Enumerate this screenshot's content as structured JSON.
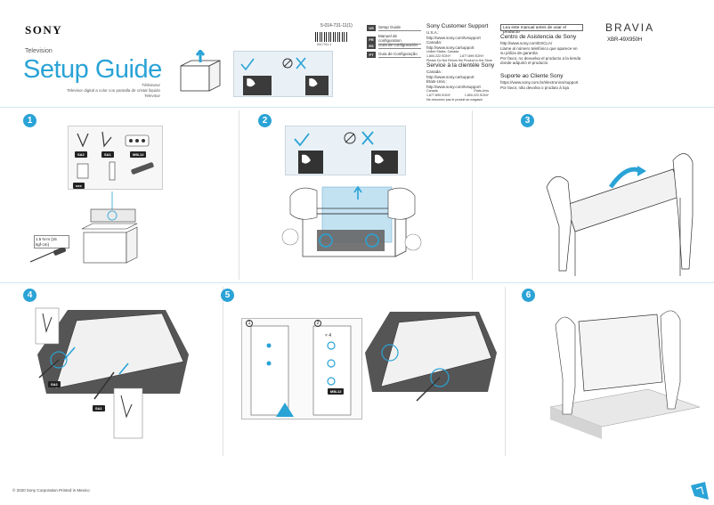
{
  "header": {
    "logo": "SONY",
    "brand": "BRAVIA",
    "model": "XBR-49X950H",
    "category": "Television",
    "title": "Setup Guide",
    "subtitles": [
      "Téléviseur",
      "Televisor digital a color con pantalla de cristal líquido",
      "Televisor"
    ],
    "doc_code": "5-014-731-11(1)",
    "barcode_number": "5017311-1",
    "manual_note": "Lea este manual antes de usar el producto"
  },
  "languages": [
    {
      "code": "US",
      "label": "Setup Guide"
    },
    {
      "code": "FR",
      "label": "Manuel de configuration"
    },
    {
      "code": "ES",
      "label": "Guía de configuración"
    },
    {
      "code": "PT",
      "label": "Guia de Configuração"
    }
  ],
  "support_en": {
    "heading": "Sony Customer Support",
    "lines": [
      "U.S.A.:",
      "http://www.sony.com/tvsupport",
      "Canada:",
      "http://www.sony.ca/support"
    ],
    "phone_us": "United States, Canada",
    "phone_num1": "1.800.222.SONY",
    "phone_num2": "1.877.899.SONY",
    "return_note": "Please Do Not Return the Product to the Store"
  },
  "support_fr": {
    "heading": "Service à la clientèle Sony",
    "lines": [
      "Canada :",
      "http://www.sony.ca/support",
      "États-Unis :",
      "http://www.sony.com/tvsupport"
    ],
    "phone_left": "Canada",
    "phone_right": "États-Unis",
    "num_left": "1.877.899.SONY",
    "num_right": "1.800.222.SONY",
    "return_note": "Ne retournez pas le produit au magasin"
  },
  "support_es": {
    "heading": "Centro de Asistencia de Sony",
    "lines": [
      "http://www.sony.com/ESCLA/",
      "Llame al número telefónico que aparece en",
      "su póliza de garantía",
      "Por favor, no devuelva el producto a la tienda",
      "donde adquirió el producto"
    ]
  },
  "support_pt": {
    "heading": "Suporte ao Cliente Sony",
    "lines": [
      "https://www.sony.com.br/electronics/support",
      "Por favor, não devolva o produto à loja"
    ]
  },
  "steps": [
    "1",
    "2",
    "3",
    "4",
    "5",
    "6"
  ],
  "parts": {
    "stand_a": "SA2",
    "stand_b": "SA1",
    "screws": "M5L12",
    "doc": "xxx"
  },
  "torque": "1.5 N·m {15 kgf·cm}",
  "sub_steps": [
    "1",
    "2"
  ],
  "times": "× 4",
  "footer": "© 2020 Sony Corporation   Printed in Mexico"
}
